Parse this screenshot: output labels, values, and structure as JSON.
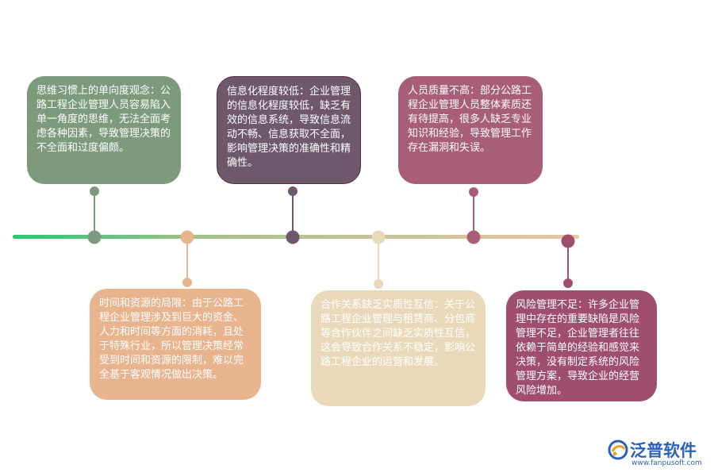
{
  "colors": {
    "timeline_start": "#2bc66f",
    "timeline_end": "#e8c6a6"
  },
  "nodes": [
    {
      "id": "n1",
      "position": "above",
      "color": "#7d9a7d",
      "text": "思维习惯上的单向度观念：公路工程企业管理人员容易陷入单一角度的思维，无法全面考虑各种因素，导致管理决策的不全面和过度偏颇。"
    },
    {
      "id": "n2",
      "position": "below",
      "color": "#e8b48e",
      "text": "时间和资源的局限：由于公路工程企业管理涉及到巨大的资金、人力和时间等方面的消耗，且处于特殊行业，所以管理决策经常受到时间和资源的限制，难以完全基于客观情况做出决策。"
    },
    {
      "id": "n3",
      "position": "above",
      "color": "#6e586c",
      "text": "信息化程度较低：企业管理的信息化程度较低，缺乏有效的信息系统，导致信息流动不畅、信息获取不全面，影响管理决策的准确性和精确性。"
    },
    {
      "id": "n4",
      "position": "below",
      "color": "#ead8bb",
      "text": "合作关系缺乏实质性互信：关于公路工程企业管理与租赁商、分包商等合作伙伴之间缺乏实质性互信，这会导致合作关系不稳定，影响公路工程企业的运营和发展。"
    },
    {
      "id": "n5",
      "position": "above",
      "color": "#a85e74",
      "text": "人员质量不高：部分公路工程企业管理人员整体素质还有待提高，很多人缺乏专业知识和经验，导致管理工作存在漏洞和失误。"
    },
    {
      "id": "n6",
      "position": "below",
      "color": "#a04e6e",
      "text": "风险管理不足：许多企业管理中存在的重要缺陷是风险管理不足，企业管理者往往依赖于简单的经验和感觉来决策，没有制定系统的风险管理方案，导致企业的经营风险增加。"
    }
  ],
  "logo": {
    "text": "泛普软件",
    "url": "www.fanpusoft.com"
  }
}
